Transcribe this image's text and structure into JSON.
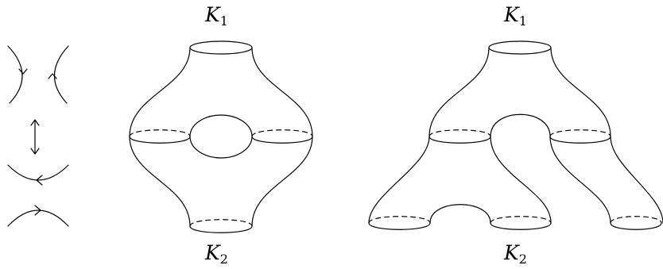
{
  "labels": {
    "left_top": {
      "base": "K",
      "sub": "1"
    },
    "left_bottom": {
      "base": "K",
      "sub": "2"
    },
    "right_top": {
      "base": "K",
      "sub": "1"
    },
    "right_bottom": {
      "base": "K",
      "sub": "2"
    }
  },
  "colors": {
    "stroke": "#000000",
    "background": "#ffffff"
  }
}
